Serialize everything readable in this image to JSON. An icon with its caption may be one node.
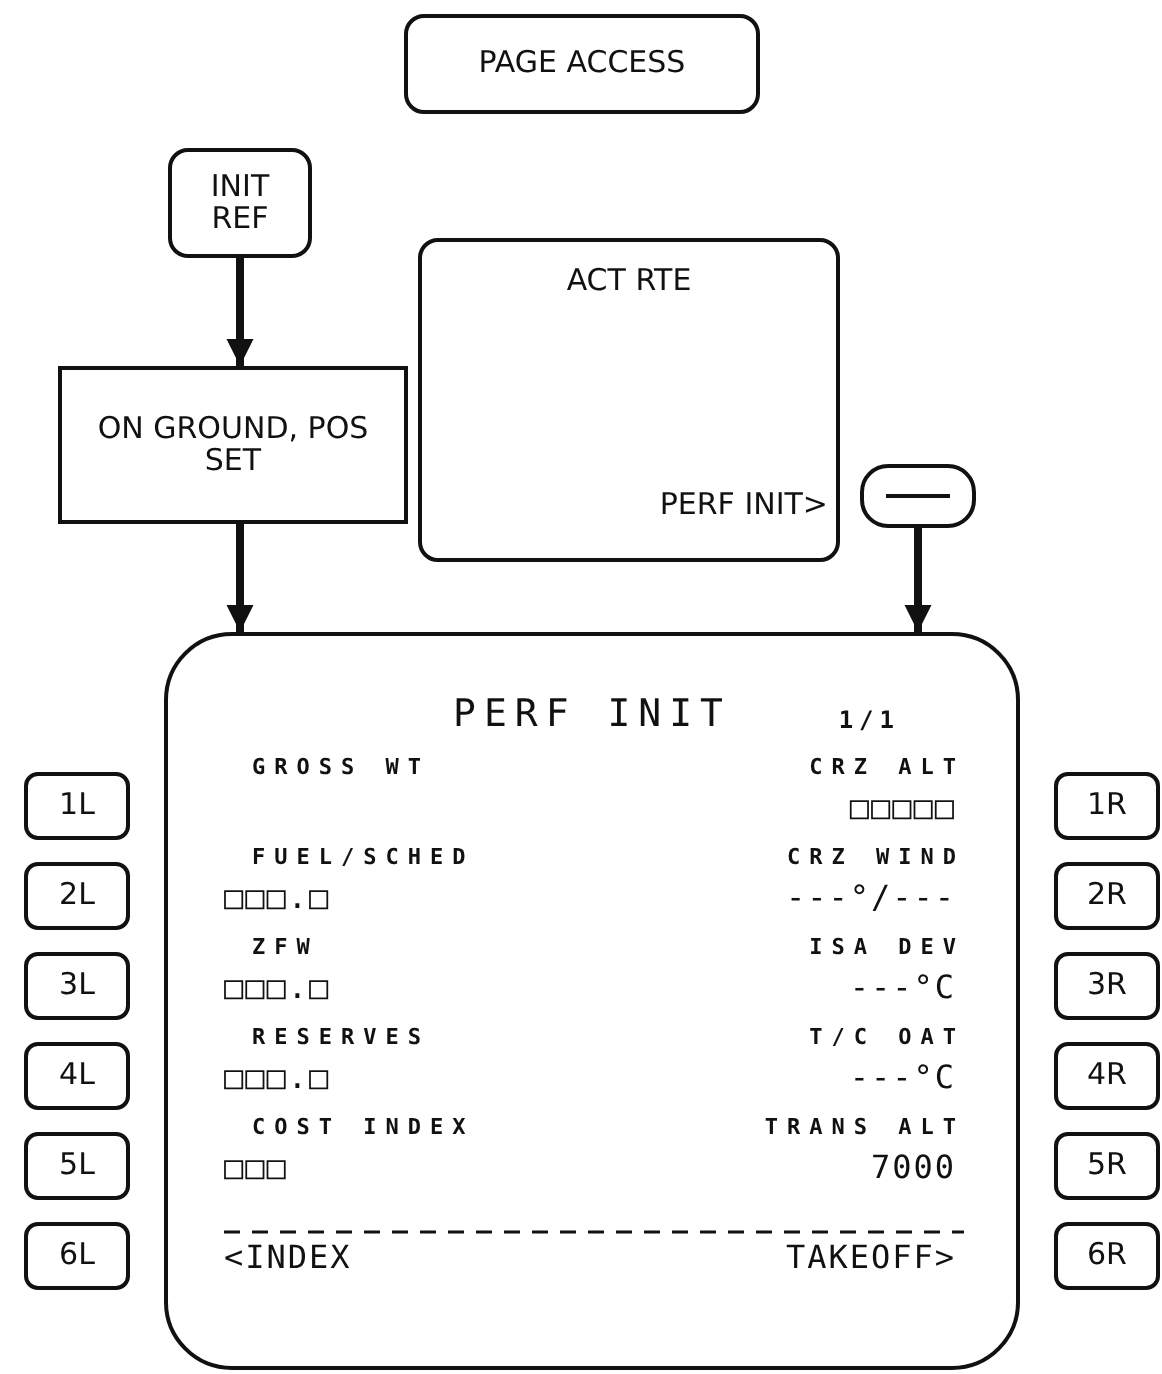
{
  "diagram": {
    "nodes": [
      {
        "text": [
          "PAGE ACCESS"
        ]
      },
      {
        "text": [
          "INIT REF"
        ]
      },
      {
        "text": [
          "ACT RTE",
          "PERF INIT>"
        ]
      },
      {
        "text": [
          "ON GROUND, POS SET"
        ]
      },
      {
        "text": [],
        "shape": "box"
      },
      {
        "text": [
          "PERF INIT",
          "1/1",
          "GROSS WT",
          "CRZ ALT",
          "□□□□□",
          "FUEL/SCHED",
          "CRZ WIND",
          "□□□.□",
          "---°/---",
          "ZFW",
          "ISA DEV",
          "□□□.□",
          "---°C",
          "RESERVES",
          "T/C OAT",
          "□□□.□",
          "---°C",
          "COST INDEX",
          "TRANS ALT",
          "□□□",
          "7000",
          "<INDEX",
          "TAKEOFF>"
        ]
      },
      {
        "text": [
          "1L"
        ]
      },
      {
        "text": [
          "2L"
        ]
      },
      {
        "text": [
          "3L"
        ]
      },
      {
        "text": [
          "4L"
        ]
      },
      {
        "text": [
          "5L"
        ]
      },
      {
        "text": [
          "6L"
        ]
      },
      {
        "text": [
          "1R"
        ]
      },
      {
        "text": [
          "2R"
        ]
      },
      {
        "text": [
          "3R"
        ]
      },
      {
        "text": [
          "4R"
        ]
      },
      {
        "text": [
          "5R"
        ]
      },
      {
        "text": [
          "6R"
        ]
      }
    ],
    "edges": [
      {
        "from": 1,
        "to": 3,
        "arrow": "to"
      },
      {
        "from": 3,
        "to": 5,
        "arrow": "to"
      },
      {
        "from": 4,
        "to": 5,
        "arrow": "to"
      }
    ]
  }
}
